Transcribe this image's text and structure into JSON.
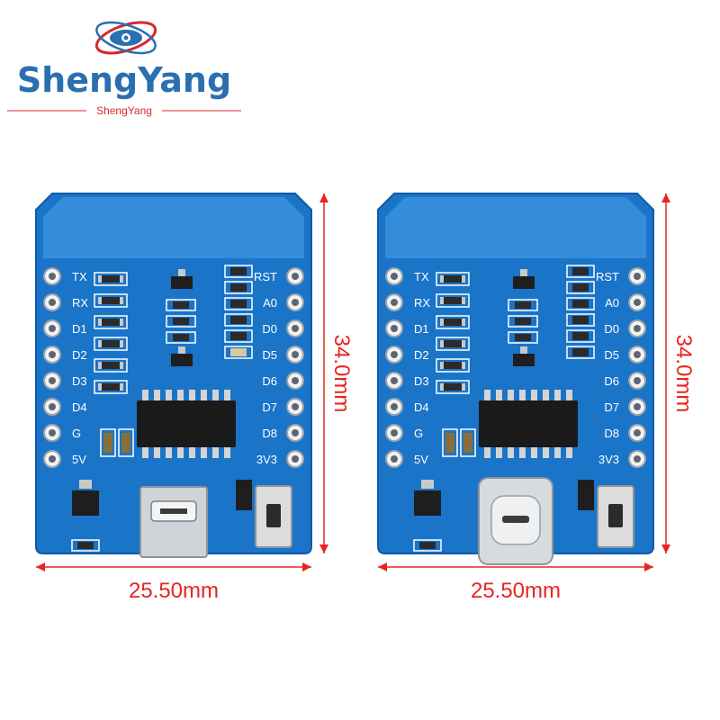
{
  "brand": {
    "name": "ShengYang",
    "tagline": "ShengYang",
    "colors": {
      "primary": "#2a6fb0",
      "accent": "#d8262b"
    }
  },
  "colors": {
    "pcb": "#1a74c8",
    "pcb_dark": "#0f5aa8",
    "pcb_light": "#3a92dc",
    "dimension": "#e8241f"
  },
  "boards": [
    {
      "connector": "micro-usb",
      "left_pins": [
        "TX",
        "RX",
        "D1",
        "D2",
        "D3",
        "D4",
        "G",
        "5V"
      ],
      "right_pins": [
        "RST",
        "A0",
        "D0",
        "D5",
        "D6",
        "D7",
        "D8",
        "3V3"
      ],
      "width_label": "25.50mm",
      "height_label": "34.0mm"
    },
    {
      "connector": "usb-c",
      "left_pins": [
        "TX",
        "RX",
        "D1",
        "D2",
        "D3",
        "D4",
        "G",
        "5V"
      ],
      "right_pins": [
        "RST",
        "A0",
        "D0",
        "D5",
        "D6",
        "D7",
        "D8",
        "3V3"
      ],
      "width_label": "25.50mm",
      "height_label": "34.0mm"
    }
  ]
}
